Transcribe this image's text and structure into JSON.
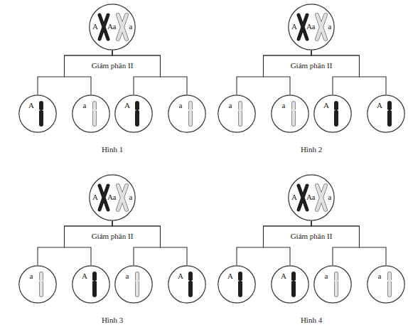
{
  "diagram": {
    "nodes": [
      {
        "text": [
          "A",
          "A",
          "a",
          "a"
        ]
      },
      {
        "text": [
          "A"
        ]
      },
      {
        "text": [
          "a"
        ]
      },
      {
        "text": [
          "A"
        ]
      },
      {
        "text": [
          "a"
        ]
      },
      {
        "text": [
          "A",
          "A",
          "a",
          "a"
        ]
      },
      {
        "text": [
          "a"
        ]
      },
      {
        "text": [
          "a"
        ]
      },
      {
        "text": [
          "A"
        ]
      },
      {
        "text": [
          "A"
        ]
      },
      {
        "text": [
          "A",
          "A",
          "a",
          "a"
        ]
      },
      {
        "text": [
          "a"
        ]
      },
      {
        "text": [
          "A"
        ]
      },
      {
        "text": [
          "a"
        ]
      },
      {
        "text": [
          "A"
        ]
      },
      {
        "text": [
          "A",
          "A",
          "a",
          "a"
        ]
      },
      {
        "text": [
          "A"
        ]
      },
      {
        "text": [
          "A"
        ]
      },
      {
        "text": [
          "a"
        ]
      },
      {
        "text": [
          "a"
        ]
      }
    ],
    "edges": [
      {
        "from": 0,
        "to": 1,
        "arrow": "none"
      },
      {
        "from": 0,
        "to": 2,
        "arrow": "none"
      },
      {
        "from": 0,
        "to": 3,
        "arrow": "none"
      },
      {
        "from": 0,
        "to": 4,
        "arrow": "none"
      },
      {
        "from": 5,
        "to": 6,
        "arrow": "none"
      },
      {
        "from": 5,
        "to": 7,
        "arrow": "none"
      },
      {
        "from": 5,
        "to": 8,
        "arrow": "none"
      },
      {
        "from": 5,
        "to": 9,
        "arrow": "none"
      },
      {
        "from": 10,
        "to": 11,
        "arrow": "none"
      },
      {
        "from": 10,
        "to": 12,
        "arrow": "none"
      },
      {
        "from": 10,
        "to": 13,
        "arrow": "none"
      },
      {
        "from": 10,
        "to": 14,
        "arrow": "none"
      },
      {
        "from": 15,
        "to": 16,
        "arrow": "none"
      },
      {
        "from": 15,
        "to": 17,
        "arrow": "none"
      },
      {
        "from": 15,
        "to": 18,
        "arrow": "none"
      },
      {
        "from": 15,
        "to": 19,
        "arrow": "none"
      }
    ],
    "labels": [
      "Giảm phân II",
      "Hình 1",
      "Giảm phân II",
      "Hình 2",
      "Giảm phân II",
      "Hình 3",
      "Giảm phân II",
      "Hình 4"
    ]
  }
}
